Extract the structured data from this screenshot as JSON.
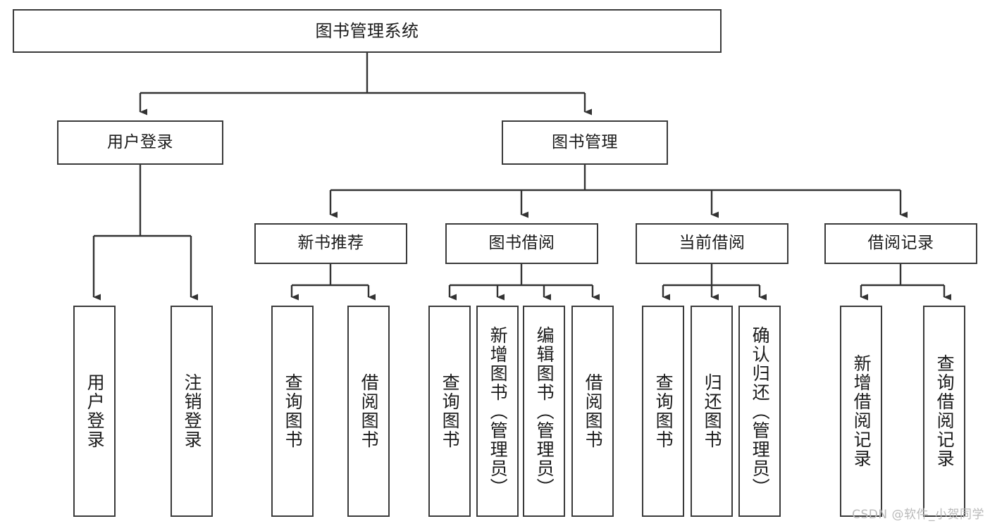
{
  "diagram": {
    "title": "图书管理系统",
    "type": "hierarchy-tree",
    "watermark": "CSDN @软件_小贺同学",
    "colors": {
      "box_border": "#3a3a3a",
      "box_fill": "#ffffff",
      "connector": "#333333",
      "text": "#1b1b1b",
      "watermark": "#b9b9b9",
      "background": "#ffffff"
    }
  },
  "nodes": {
    "root": {
      "label": "图书管理系统"
    },
    "level2": [
      {
        "label": "用户登录"
      },
      {
        "label": "图书管理"
      }
    ],
    "level3": [
      {
        "label": "新书推荐"
      },
      {
        "label": "图书借阅"
      },
      {
        "label": "当前借阅"
      },
      {
        "label": "借阅记录"
      }
    ],
    "leaves": {
      "user_login": [
        {
          "label": "用户登录"
        },
        {
          "label": "注销登录"
        }
      ],
      "new_book_recommend": [
        {
          "label": "查询图书"
        },
        {
          "label": "借阅图书"
        }
      ],
      "book_borrow": [
        {
          "label": "查询图书"
        },
        {
          "label": "新增图书（管理员）"
        },
        {
          "label": "编辑图书（管理员）"
        },
        {
          "label": "借阅图书"
        }
      ],
      "current_borrow": [
        {
          "label": "查询图书"
        },
        {
          "label": "归还图书"
        },
        {
          "label": "确认归还（管理员）"
        }
      ],
      "borrow_record": [
        {
          "label": "新增借阅记录"
        },
        {
          "label": "查询借阅记录"
        }
      ]
    }
  }
}
